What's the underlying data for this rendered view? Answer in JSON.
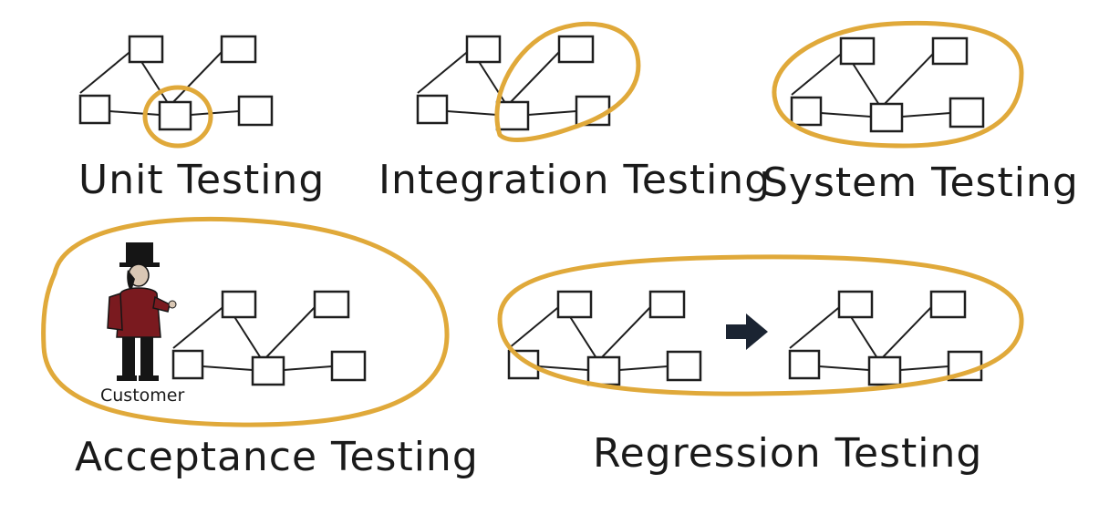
{
  "colors": {
    "ink": "#1e1e1e",
    "highlight": "#e0a93a",
    "coat": "#7a1a1f",
    "arrow": "#1b2432"
  },
  "panels": [
    {
      "id": "unit",
      "label": "Unit Testing",
      "highlight": "single-node"
    },
    {
      "id": "integration",
      "label": "Integration Testing",
      "highlight": "connected-nodes"
    },
    {
      "id": "system",
      "label": "System Testing",
      "highlight": "whole-system"
    },
    {
      "id": "acceptance",
      "label": "Acceptance Testing",
      "highlight": "system-and-customer",
      "figure_label": "Customer"
    },
    {
      "id": "regression",
      "label": "Regression Testing",
      "highlight": "before-and-after",
      "icon": "right-arrow-icon"
    }
  ]
}
